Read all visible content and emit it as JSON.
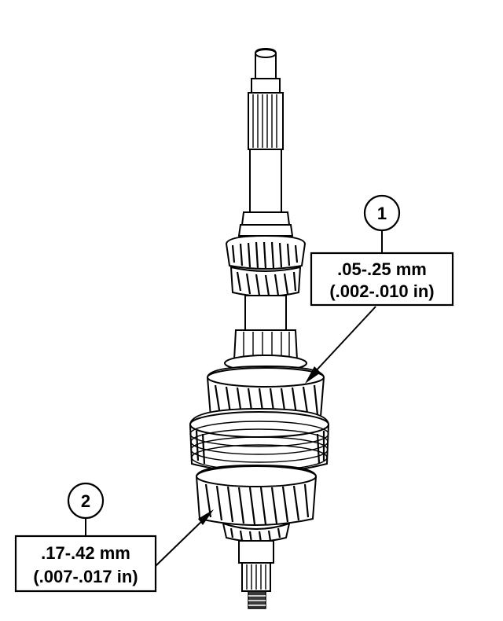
{
  "callouts": [
    {
      "number": "1",
      "spec_mm": ".05-.25 mm",
      "spec_in": "(.002-.010 in)"
    },
    {
      "number": "2",
      "spec_mm": ".17-.42 mm",
      "spec_in": "(.007-.017 in)"
    }
  ]
}
